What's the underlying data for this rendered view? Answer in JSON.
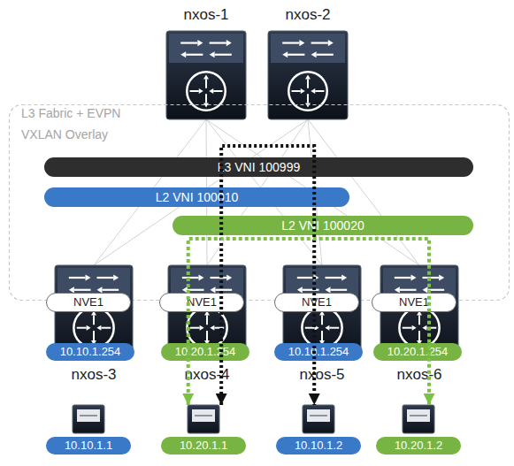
{
  "diagram": {
    "nodes": [
      {
        "text": [
          "nxos-1"
        ]
      },
      {
        "text": [
          "nxos-2"
        ]
      },
      {
        "text": [
          "L3 Fabric + EVPN VXLAN Overlay"
        ]
      },
      {
        "text": [
          "L3 VNI 100999"
        ],
        "in": 2
      },
      {
        "text": [
          "L2 VNI 100010"
        ],
        "in": 2
      },
      {
        "text": [
          "L2 VNI 100020"
        ],
        "in": 2
      },
      {
        "text": [
          "nxos-3"
        ]
      },
      {
        "text": [
          "NVE1"
        ],
        "in": 6
      },
      {
        "text": [
          "10.10.1.254"
        ],
        "in": 6
      },
      {
        "text": [
          "nxos-4"
        ]
      },
      {
        "text": [
          "NVE1"
        ],
        "in": 9
      },
      {
        "text": [
          "10.20.1.254"
        ],
        "in": 9
      },
      {
        "text": [
          "nxos-5"
        ]
      },
      {
        "text": [
          "NVE1"
        ],
        "in": 12
      },
      {
        "text": [
          "10.10.1.254"
        ],
        "in": 12
      },
      {
        "text": [
          "nxos-6"
        ]
      },
      {
        "text": [
          "NVE1"
        ],
        "in": 15
      },
      {
        "text": [
          "10.20.1.254"
        ],
        "in": 15
      },
      {
        "text": [
          "10.10.1.1"
        ]
      },
      {
        "text": [
          "10.20.1.1"
        ]
      },
      {
        "text": [
          "10.10.1.2"
        ]
      },
      {
        "text": [
          "10.20.1.2"
        ]
      }
    ],
    "edges": [
      {
        "from": 0,
        "to": 6,
        "arrow": "none"
      },
      {
        "from": 0,
        "to": 9,
        "arrow": "none"
      },
      {
        "from": 0,
        "to": 12,
        "arrow": "none"
      },
      {
        "from": 0,
        "to": 15,
        "arrow": "none"
      },
      {
        "from": 1,
        "to": 6,
        "arrow": "none"
      },
      {
        "from": 1,
        "to": 9,
        "arrow": "none"
      },
      {
        "from": 1,
        "to": 12,
        "arrow": "none"
      },
      {
        "from": 1,
        "to": 15,
        "arrow": "none"
      },
      {
        "from": 19,
        "to": 20,
        "arrow": "both"
      },
      {
        "from": 19,
        "to": 21,
        "arrow": "both"
      }
    ]
  }
}
